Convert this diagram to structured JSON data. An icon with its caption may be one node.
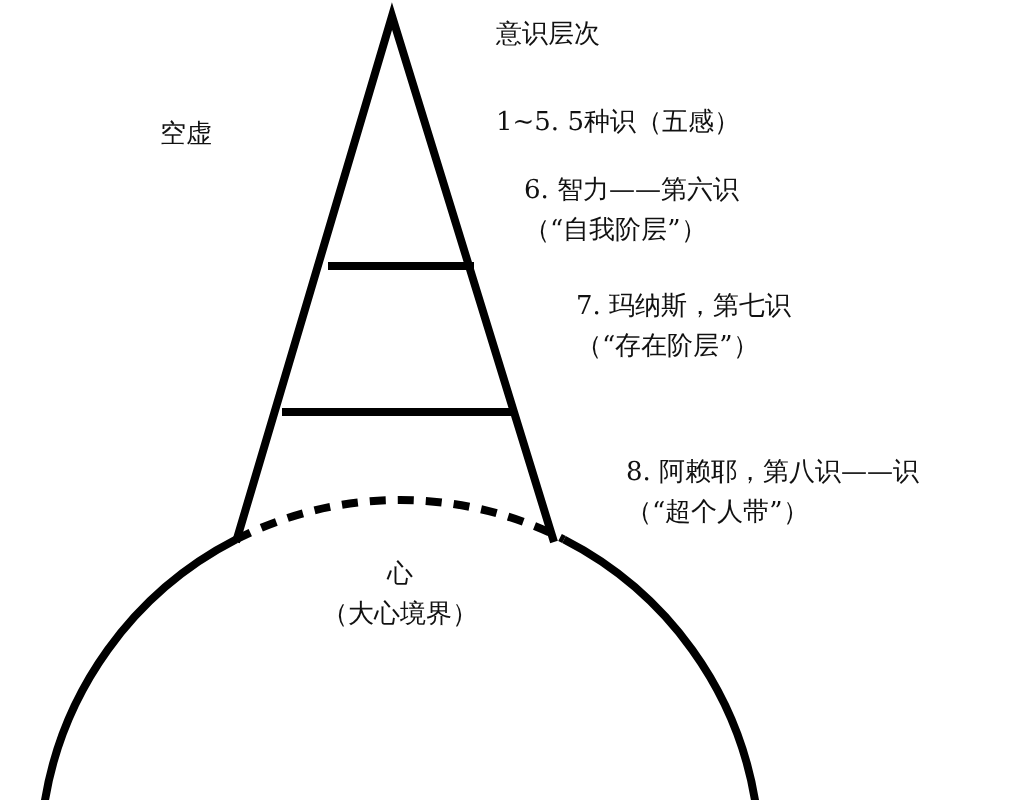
{
  "diagram": {
    "title": "意识层次",
    "nodes": [
      {
        "text": [
          "心",
          "（大心境界）"
        ]
      }
    ],
    "labels": [
      "空虚",
      "1~5. 5种识（五感）",
      "6. 智力——第六识（“自我阶层”）",
      "7. 玛纳斯，第七识（“存在阶层”）",
      "8. 阿赖耶，第八识——识（“超个人带”）"
    ]
  }
}
